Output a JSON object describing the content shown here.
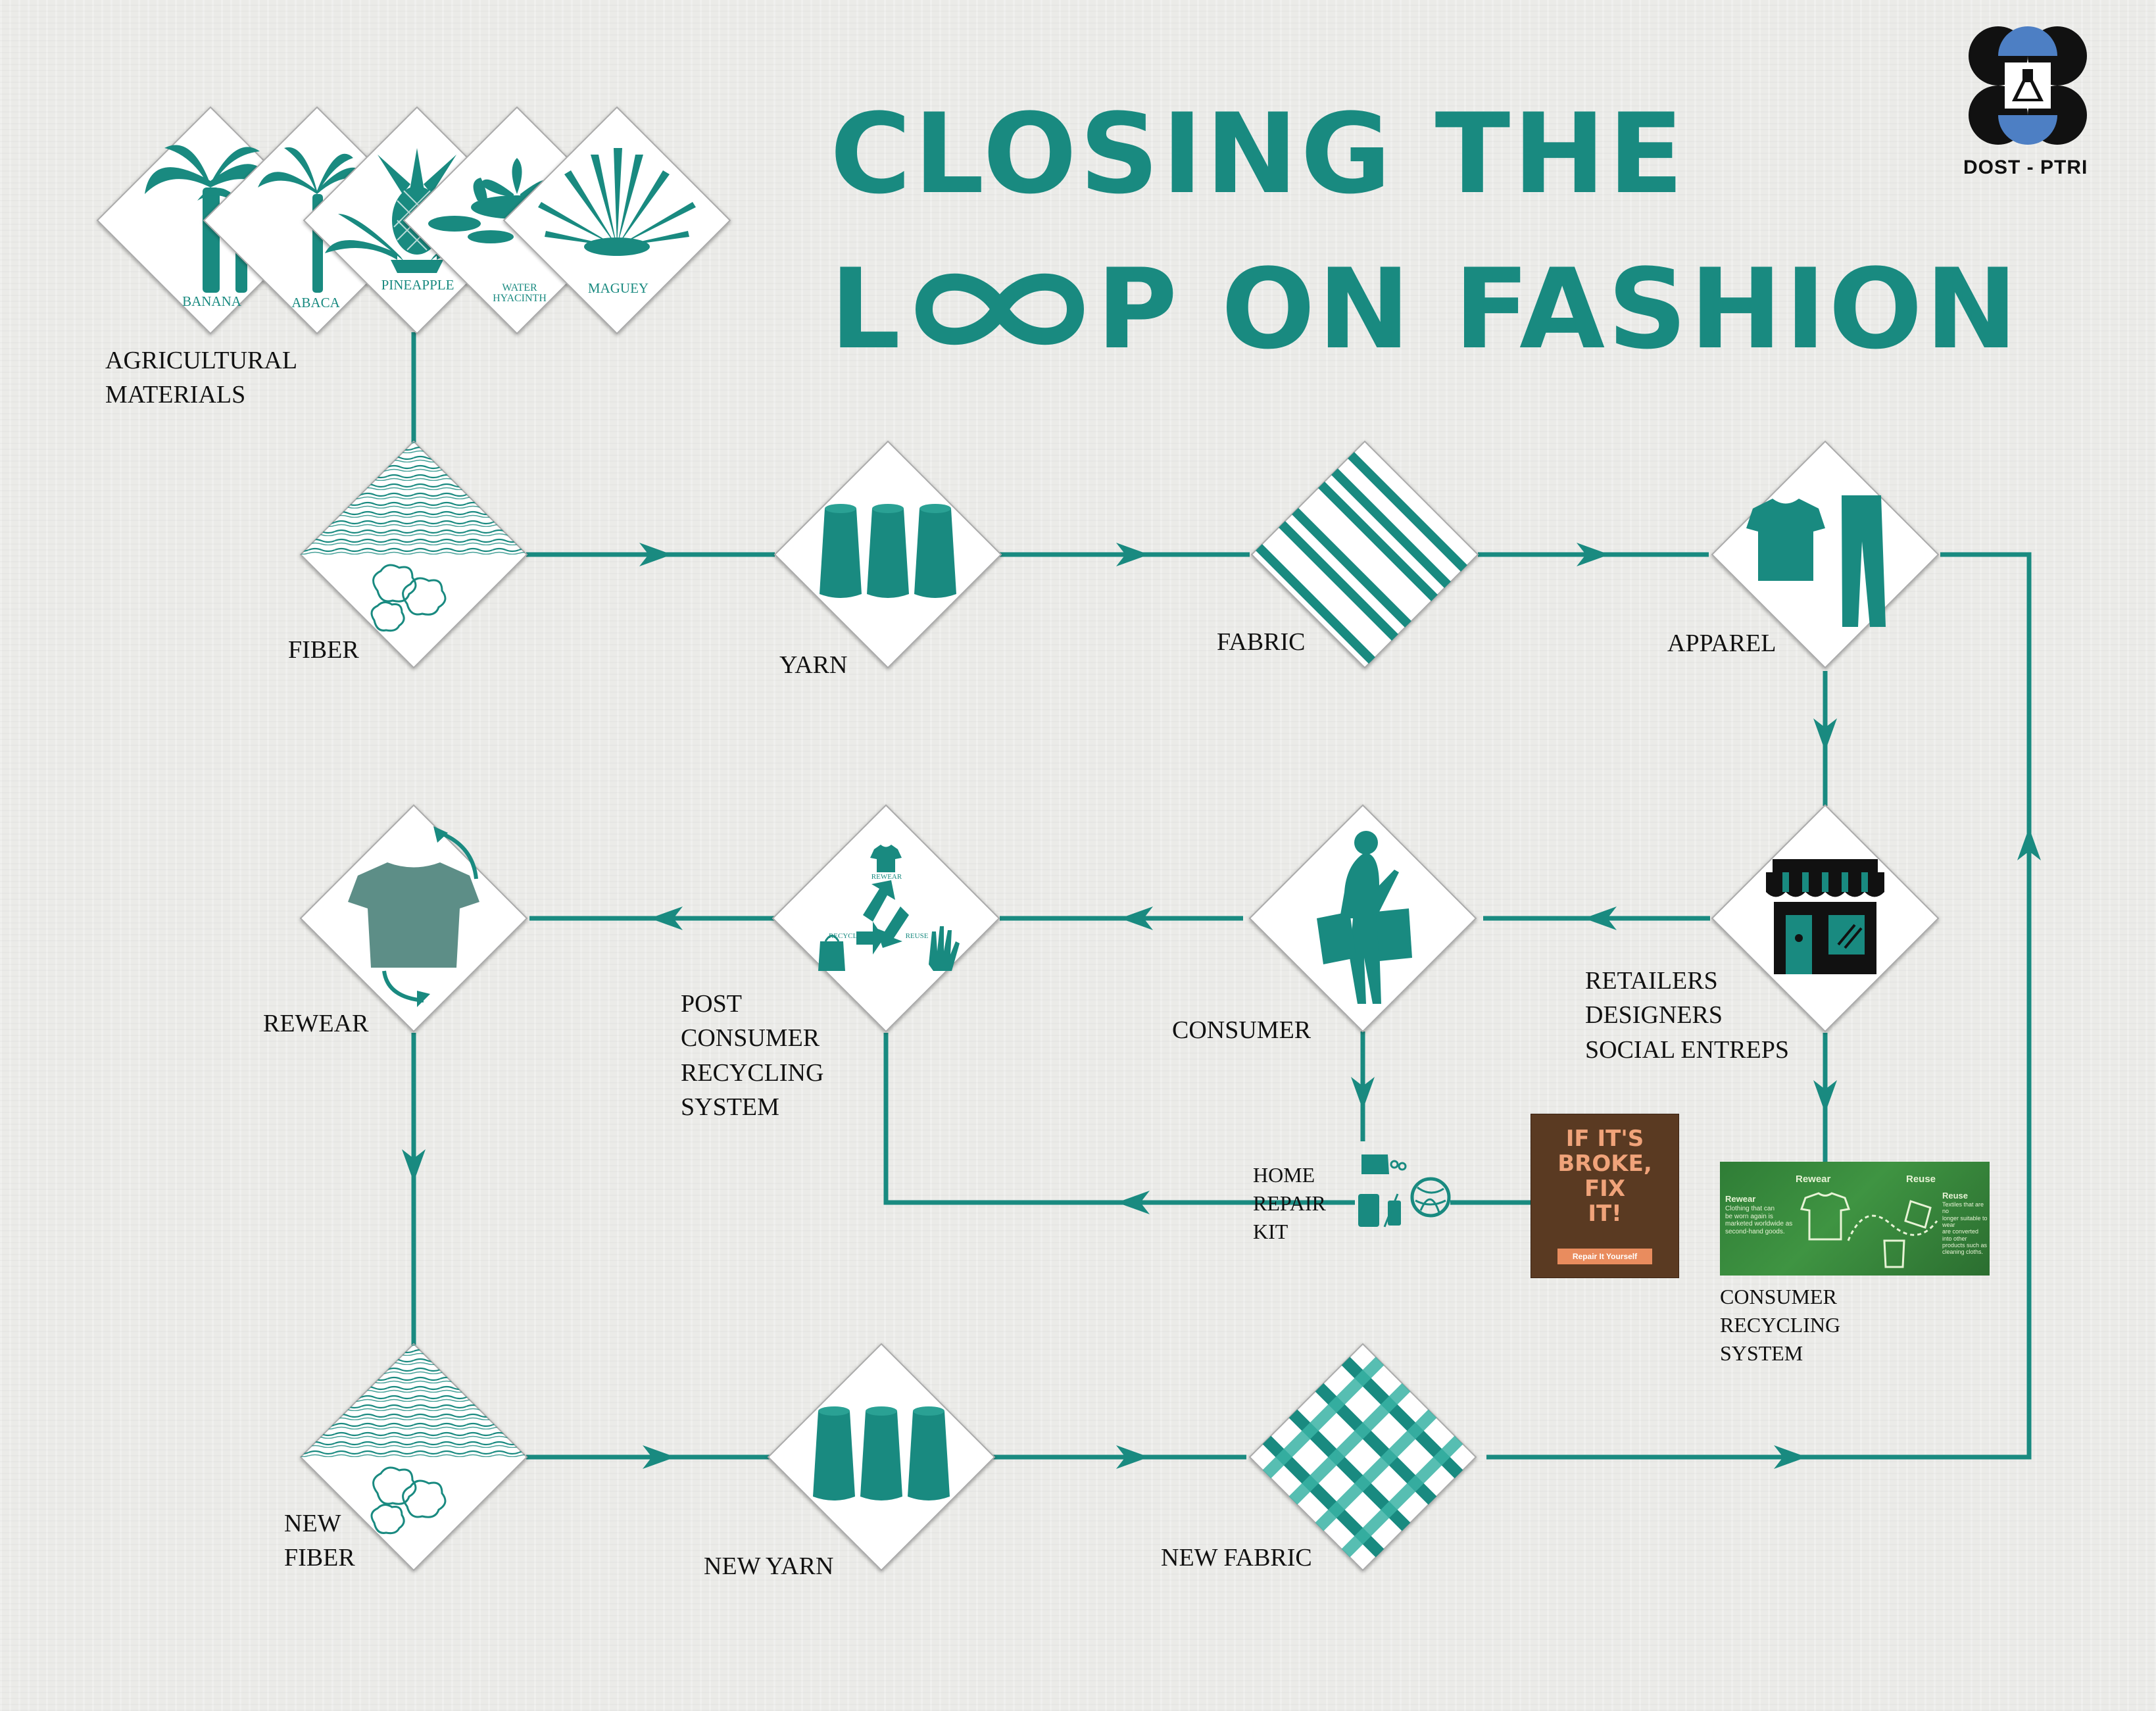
{
  "title": {
    "line1": "CLOSING THE",
    "line2_prefix": "L",
    "line2_suffix": "P ON FASHION"
  },
  "logo": {
    "text": "DOST - PTRI"
  },
  "agricultural_materials": {
    "label": "AGRICULTURAL\nMATERIALS",
    "plants": [
      {
        "name": "BANANA"
      },
      {
        "name": "ABACA"
      },
      {
        "name": "PINEAPPLE"
      },
      {
        "name": "WATER\nHYACINTH"
      },
      {
        "name": "MAGUEY"
      }
    ]
  },
  "nodes": {
    "fiber": "FIBER",
    "yarn": "YARN",
    "fabric": "FABRIC",
    "apparel": "APPAREL",
    "retailers": "RETAILERS\nDESIGNERS\nSOCIAL ENTREPS",
    "consumer": "CONSUMER",
    "post_consumer": "POST\nCONSUMER\nRECYCLING\nSYSTEM",
    "rewear": "REWEAR",
    "home_repair": "HOME\nREPAIR\nKIT",
    "consumer_recycling": "CONSUMER\nRECYCLING\nSYSTEM",
    "new_fiber": "NEW\nFIBER",
    "new_yarn": "NEW YARN",
    "new_fabric": "NEW FABRIC"
  },
  "recycle_icon_labels": {
    "rewear": "REWEAR",
    "recycle": "RECYCLE",
    "reuse": "REUSE"
  },
  "posters": {
    "fix": {
      "headline": "IF IT'S\nBROKE,\nFIX\nIT!",
      "button": "Repair It Yourself"
    },
    "green": {
      "rewear_heading": "Rewear",
      "reuse_heading": "Reuse",
      "rewear_title": "Rewear",
      "rewear_body": "Clothing that can\nbe worn again is\nmarketed worldwide as\nsecond-hand goods.",
      "reuse_title": "Reuse",
      "reuse_body": "Textiles that are no\nlonger suitable to wear\nare converted into other\nproducts such as\ncleaning cloths."
    }
  },
  "colors": {
    "teal": "#198a80",
    "teal_dark": "#11766d",
    "ink": "#111111",
    "logo_blue": "#4d7fc4"
  }
}
